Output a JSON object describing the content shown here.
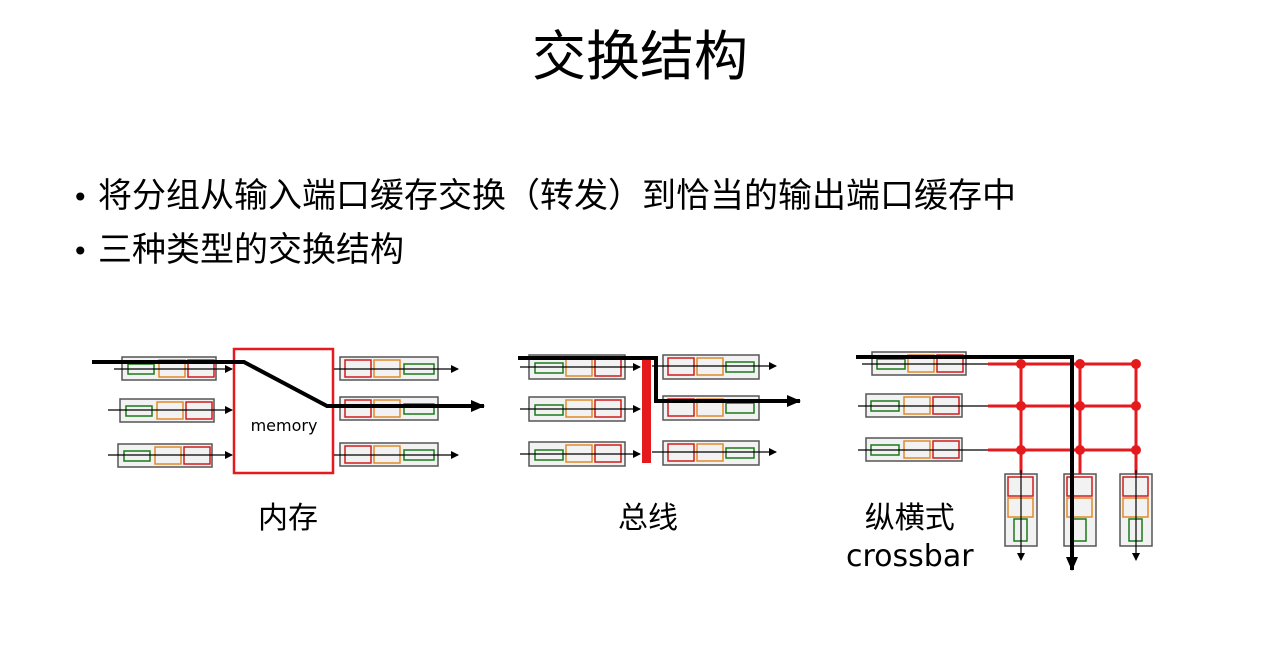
{
  "title": "交换结构",
  "bullets": [
    "将分组从输入端口缓存交换（转发）到恰当的输出端口缓存中",
    "三种类型的交换结构"
  ],
  "diagrams": {
    "memory": {
      "box_label": "memory",
      "caption": "内存"
    },
    "bus": {
      "caption": "总线"
    },
    "crossbar": {
      "caption_line1": "纵横式",
      "caption_line2": "crossbar"
    }
  },
  "colors": {
    "highlight": "#e41a1c",
    "packet_green": "#1a7a1a",
    "packet_orange": "#e08a2a",
    "packet_red": "#d01c1c",
    "buffer_border": "#555555",
    "buffer_fill": "#f2f2f2"
  }
}
